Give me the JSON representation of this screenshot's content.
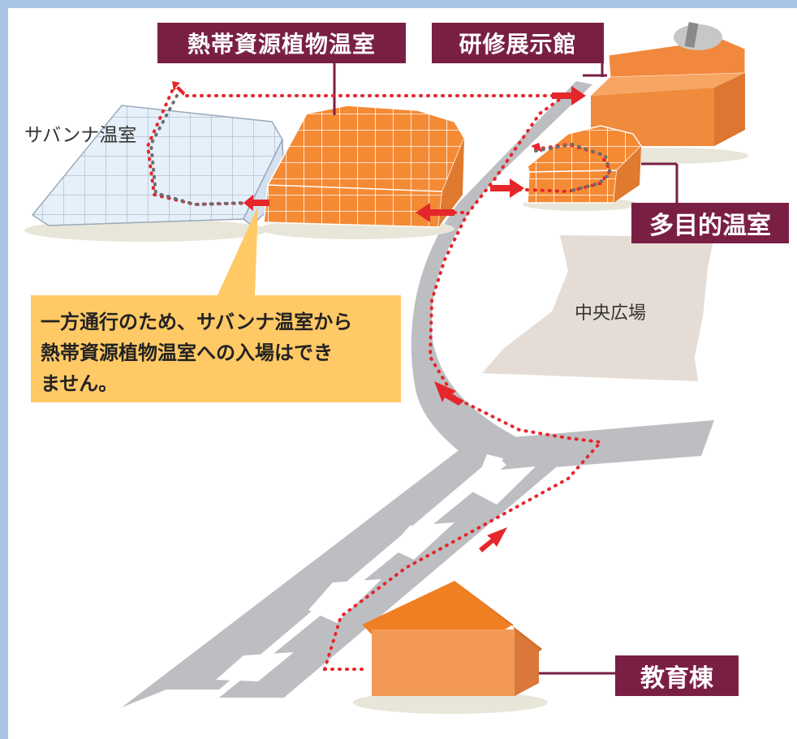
{
  "labels": {
    "tropical_greenhouse": "熱帯資源植物温室",
    "training_hall": "研修展示館",
    "multipurpose_greenhouse": "多目的温室",
    "education_building": "教育棟",
    "savanna_greenhouse": "サバンナ温室",
    "central_plaza": "中央広場"
  },
  "callout": {
    "lines": [
      "一方通行のため、サバンナ温室から",
      "熱帯資源植物温室への入場はでき",
      "ません。"
    ]
  },
  "colors": {
    "frame": "#a9c4e6",
    "label_bg": "#7a1f44",
    "callout_bg": "#ffc965",
    "road": "#bdbec2",
    "route": "#e5262b",
    "building_orange": "#f08a3c",
    "savanna_glass": "#e4eef8",
    "plaza": "#e5ddd5"
  }
}
